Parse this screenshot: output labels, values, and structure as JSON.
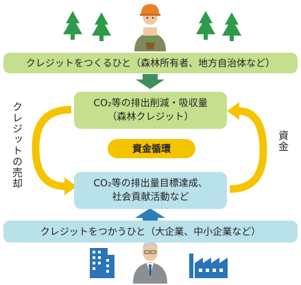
{
  "creator": {
    "label": "クレジットをつくるひと（森林所有者、地方自治体など）"
  },
  "effect": {
    "line1": "CO₂等の排出削減・吸収量",
    "line2": "（森林クレジット）"
  },
  "cycle": {
    "label": "資金循環"
  },
  "goal": {
    "line1": "CO₂等の排出量目標達成、",
    "line2": "社会貢献活動など"
  },
  "user": {
    "label": "クレジットをつかうひと（大企業、中小企業など）"
  },
  "side_labels": {
    "left": "クレジットの売却",
    "right": "資金"
  },
  "colors": {
    "green_box": "#c5df8f",
    "blue_box": "#b9e1ea",
    "arrow_yellow": "#f5c400",
    "tree_green": "#2e9a4a",
    "arrow_green": "#3f8f5a",
    "arrow_blue": "#2b7fb8"
  }
}
